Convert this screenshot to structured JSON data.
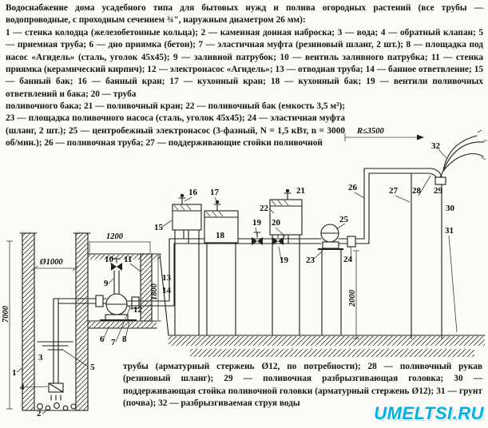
{
  "header": {
    "title": "Водоснабжение дома усадебного типа для бытовых нужд и полива огородных растений (все трубы — водопроводные, с проходным сечением ¾\", наружным диаметром 26 мм):",
    "legend_a": "1 — стенка колодца (железобетонные кольца); 2 — каменная донная наброска; 3 — вода; 4 — обратный клапан; 5 — приемная труба; 6 — дно приямка (бетон); 7 — эластичная муфта (резиновый шланг, 2 шт.); 8 — площадка под насос «Агидель» (сталь, уголок 45x45); 9 — заливной патрубок; 10 — вентиль заливного патрубка; 11 — стенка приямка (керамический кирпич); 12 — электронасос «Агидель»; 13 — отводная труба; 14 — банное ответвление; 15 — банный бак; 16 — банный кран; 17 — кухонный кран; 18 — кухонный бак; 19 — вентили поливочных ответвлений и бака; 20 — труба",
    "legend_b": "поливочного бака; 21 — поливочный кран; 22 — поливочный бак (емкость 3,5 м³); 23 — площадка поливочного насоса (сталь, уголок 45x45); 24 — эластичная муфта (шланг, 2 шт.); 25 — центробежный электронасос (3-фазный, N = 1,5 кВт, n = 3000 об/мин.); 26 — поливочная труба; 27 — поддерживающие стойки поливочной"
  },
  "footer": {
    "legend_c": "трубы (арматурный стержень Ø12, по потребности); 28 — поливочный рукав (резиновый шланг); 29 — поливочная разбрызгивающая головка; 30 — поддерживающая стойка поливочной головки (арматурный стержень Ø12); 31 — грунт (почва); 32 — разбрызгиваемая струя воды"
  },
  "watermark": {
    "text": "UMELTSI.RU",
    "color": "#00b0e0"
  },
  "diagram": {
    "numbers": {
      "n1": "1",
      "n2": "2",
      "n3": "3",
      "n4": "4",
      "n5": "5",
      "n6": "6",
      "n7": "7",
      "n8": "8",
      "n9": "9",
      "n10": "10",
      "n11": "11",
      "n12": "12",
      "n13": "13",
      "n14": "14",
      "n15": "15",
      "n16": "16",
      "n17": "17",
      "n18": "18",
      "n19": "19",
      "n20": "20",
      "n21": "21",
      "n22": "22",
      "n23": "23",
      "n24": "24",
      "n25": "25",
      "n26": "26",
      "n27": "27",
      "n28": "28",
      "n29": "29",
      "n30": "30",
      "n31": "31",
      "n32": "32"
    },
    "dims": {
      "well_diameter": "Ø1000",
      "pit_width": "1200",
      "pit_depth": "1800",
      "stand_height": "2000",
      "well_depth": "7000",
      "spray_radius": "R≤3500"
    }
  }
}
